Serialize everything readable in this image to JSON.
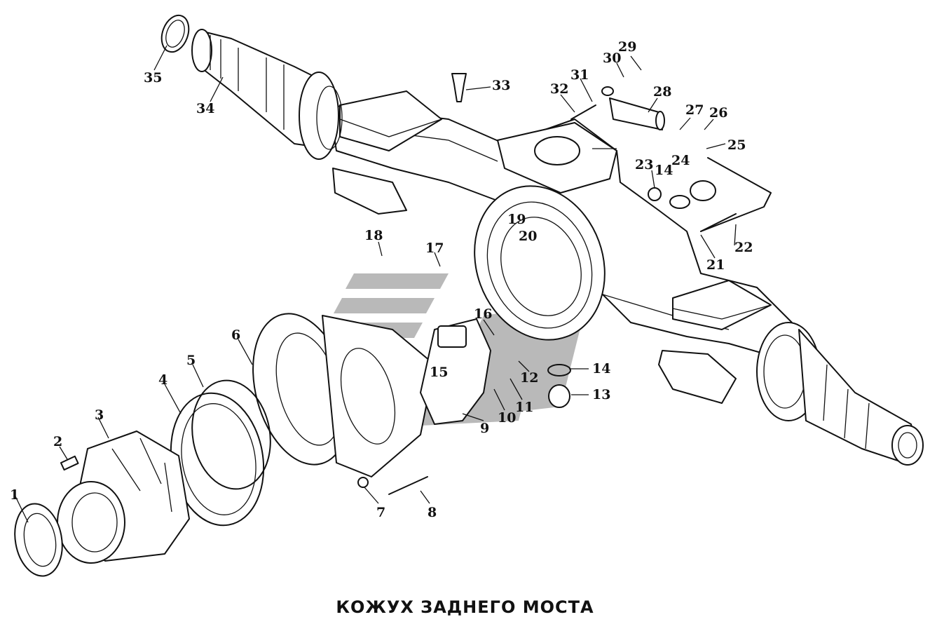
{
  "title": "КОЖУХ ЗАДНЕГО МОСТА",
  "colors": {
    "line": "#111111",
    "background": "#ffffff",
    "watermark": "#b9b9b9"
  },
  "callouts": [
    {
      "id": "c1",
      "label": "1"
    },
    {
      "id": "c2",
      "label": "2"
    },
    {
      "id": "c3",
      "label": "3"
    },
    {
      "id": "c4",
      "label": "4"
    },
    {
      "id": "c5",
      "label": "5"
    },
    {
      "id": "c6",
      "label": "6"
    },
    {
      "id": "c7",
      "label": "7"
    },
    {
      "id": "c8",
      "label": "8"
    },
    {
      "id": "c9",
      "label": "9"
    },
    {
      "id": "c10",
      "label": "10"
    },
    {
      "id": "c11",
      "label": "11"
    },
    {
      "id": "c12",
      "label": "12"
    },
    {
      "id": "c13",
      "label": "13"
    },
    {
      "id": "c14a",
      "label": "14"
    },
    {
      "id": "c14b",
      "label": "14"
    },
    {
      "id": "c15",
      "label": "15"
    },
    {
      "id": "c16",
      "label": "16"
    },
    {
      "id": "c17",
      "label": "17"
    },
    {
      "id": "c18",
      "label": "18"
    },
    {
      "id": "c19",
      "label": "19"
    },
    {
      "id": "c20",
      "label": "20"
    },
    {
      "id": "c21",
      "label": "21"
    },
    {
      "id": "c22",
      "label": "22"
    },
    {
      "id": "c23",
      "label": "23"
    },
    {
      "id": "c24",
      "label": "24"
    },
    {
      "id": "c25",
      "label": "25"
    },
    {
      "id": "c26",
      "label": "26"
    },
    {
      "id": "c27",
      "label": "27"
    },
    {
      "id": "c28",
      "label": "28"
    },
    {
      "id": "c29",
      "label": "29"
    },
    {
      "id": "c30",
      "label": "30"
    },
    {
      "id": "c31",
      "label": "31"
    },
    {
      "id": "c32",
      "label": "32"
    },
    {
      "id": "c33",
      "label": "33"
    },
    {
      "id": "c34",
      "label": "34"
    },
    {
      "id": "c35",
      "label": "35"
    }
  ]
}
